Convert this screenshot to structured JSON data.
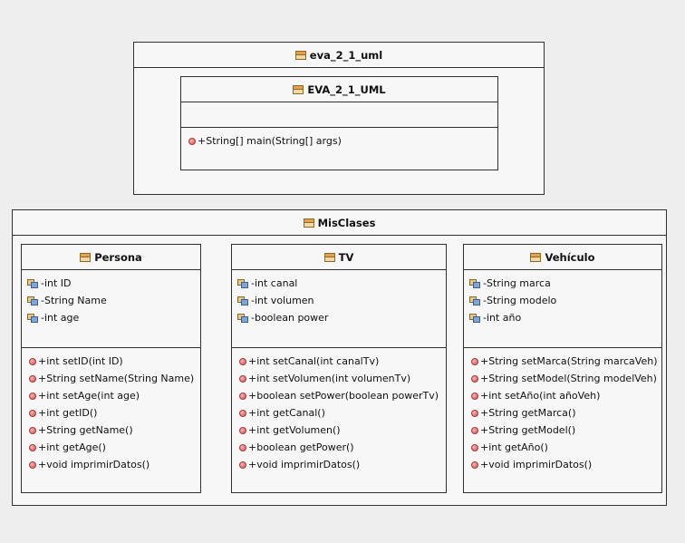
{
  "outer_package": {
    "name": "eva_2_1_uml",
    "class": {
      "name": "EVA_2_1_UML",
      "attributes": [],
      "methods": [
        "+String[] main(String[] args)"
      ]
    }
  },
  "misclases_package": {
    "name": "MisClases",
    "classes": [
      {
        "name": "Persona",
        "attributes": [
          "-int ID",
          "-String Name",
          "-int age"
        ],
        "methods": [
          "+int setID(int ID)",
          "+String setName(String Name)",
          "+int setAge(int age)",
          "+int getID()",
          "+String getName()",
          "+int getAge()",
          "+void imprimirDatos()"
        ]
      },
      {
        "name": "TV",
        "attributes": [
          "-int canal",
          "-int volumen",
          "-boolean power"
        ],
        "methods": [
          "+int setCanal(int canalTv)",
          "+int setVolumen(int volumenTv)",
          "+boolean setPower(boolean powerTv)",
          "+int getCanal()",
          "+int getVolumen()",
          "+boolean getPower()",
          "+void imprimirDatos()"
        ]
      },
      {
        "name": "Vehículo",
        "attributes": [
          "-String marca",
          "-String modelo",
          "-int año"
        ],
        "methods": [
          "+String setMarca(String marcaVeh)",
          "+String setModel(String modelVeh)",
          "+int setAño(int añoVeh)",
          "+String getMarca()",
          "+String getModel()",
          "+int getAño()",
          "+void imprimirDatos()"
        ]
      }
    ]
  },
  "icons": {
    "class_icon": "class-icon",
    "field_icon": "field-icon",
    "method_icon": "method-icon",
    "colors": {
      "border": "#303030",
      "box_fill": "#f7f7f7",
      "background": "#eeeeee",
      "method": "#d05050"
    }
  }
}
